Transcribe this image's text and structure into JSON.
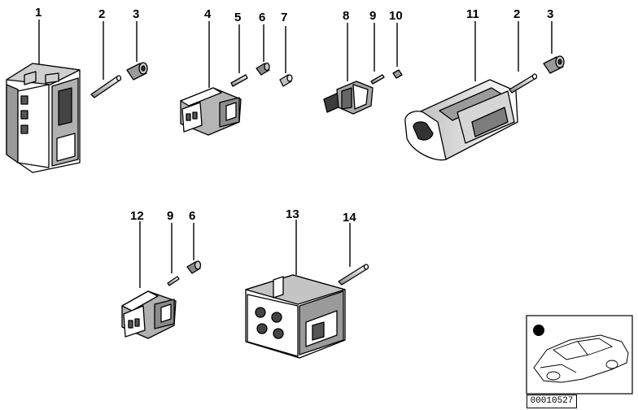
{
  "diagram": {
    "callouts": {
      "c1": "1",
      "c2a": "2",
      "c3a": "3",
      "c4": "4",
      "c5": "5",
      "c6a": "6",
      "c7": "7",
      "c8": "8",
      "c9a": "9",
      "c10": "10",
      "c11": "11",
      "c2b": "2",
      "c3b": "3",
      "c12": "12",
      "c9b": "9",
      "c6b": "6",
      "c13": "13",
      "c14": "14"
    },
    "thumbnail": {
      "code": "00010527"
    }
  },
  "colors": {
    "ink": "#000000",
    "shade": "#9a9a9a",
    "light": "#d8d8d8",
    "paper": "#ffffff"
  }
}
